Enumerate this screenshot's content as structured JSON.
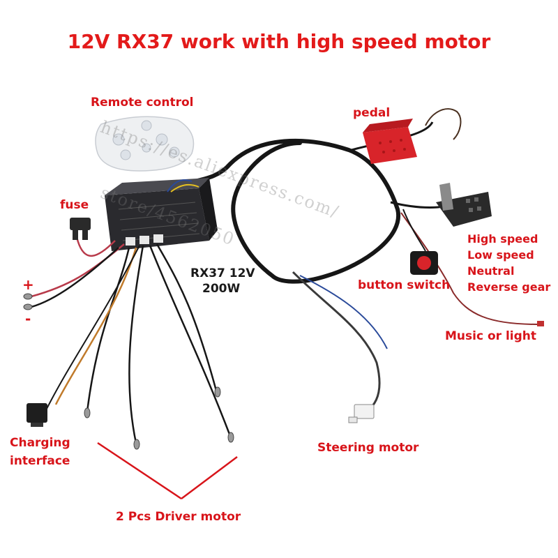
{
  "title": "12V  RX37 work with high speed motor",
  "labels": {
    "remote_control": "Remote control",
    "pedal": "pedal",
    "fuse": "fuse",
    "plus": "+",
    "minus": "-",
    "controller_model": "RX37 12V",
    "controller_power": "200W",
    "button_switch": "button switch",
    "gear_high": "High speed",
    "gear_low": "Low speed",
    "gear_neutral": "Neutral",
    "gear_reverse": "Reverse gear",
    "music_or_light": "Music or light",
    "charging_line1": "Charging",
    "charging_line2": "interface",
    "steering_motor": "Steering motor",
    "driver_motor": "2 Pcs Driver motor"
  },
  "watermark": {
    "line1": "https://es.aliexpress.com/",
    "line2": "store/4562050"
  },
  "colors": {
    "title": "#e31a1a",
    "label": "#d8141a",
    "wire_black": "#161616",
    "wire_red": "#b83a4a",
    "controller": "#2a2a2e",
    "pedal": "#d8242a"
  },
  "icons": [
    "remote-control-icon",
    "pedal-icon",
    "controller-box-icon",
    "gear-shifter-icon",
    "push-button-icon",
    "fuse-holder-icon",
    "charging-port-icon",
    "steering-connector-icon"
  ]
}
